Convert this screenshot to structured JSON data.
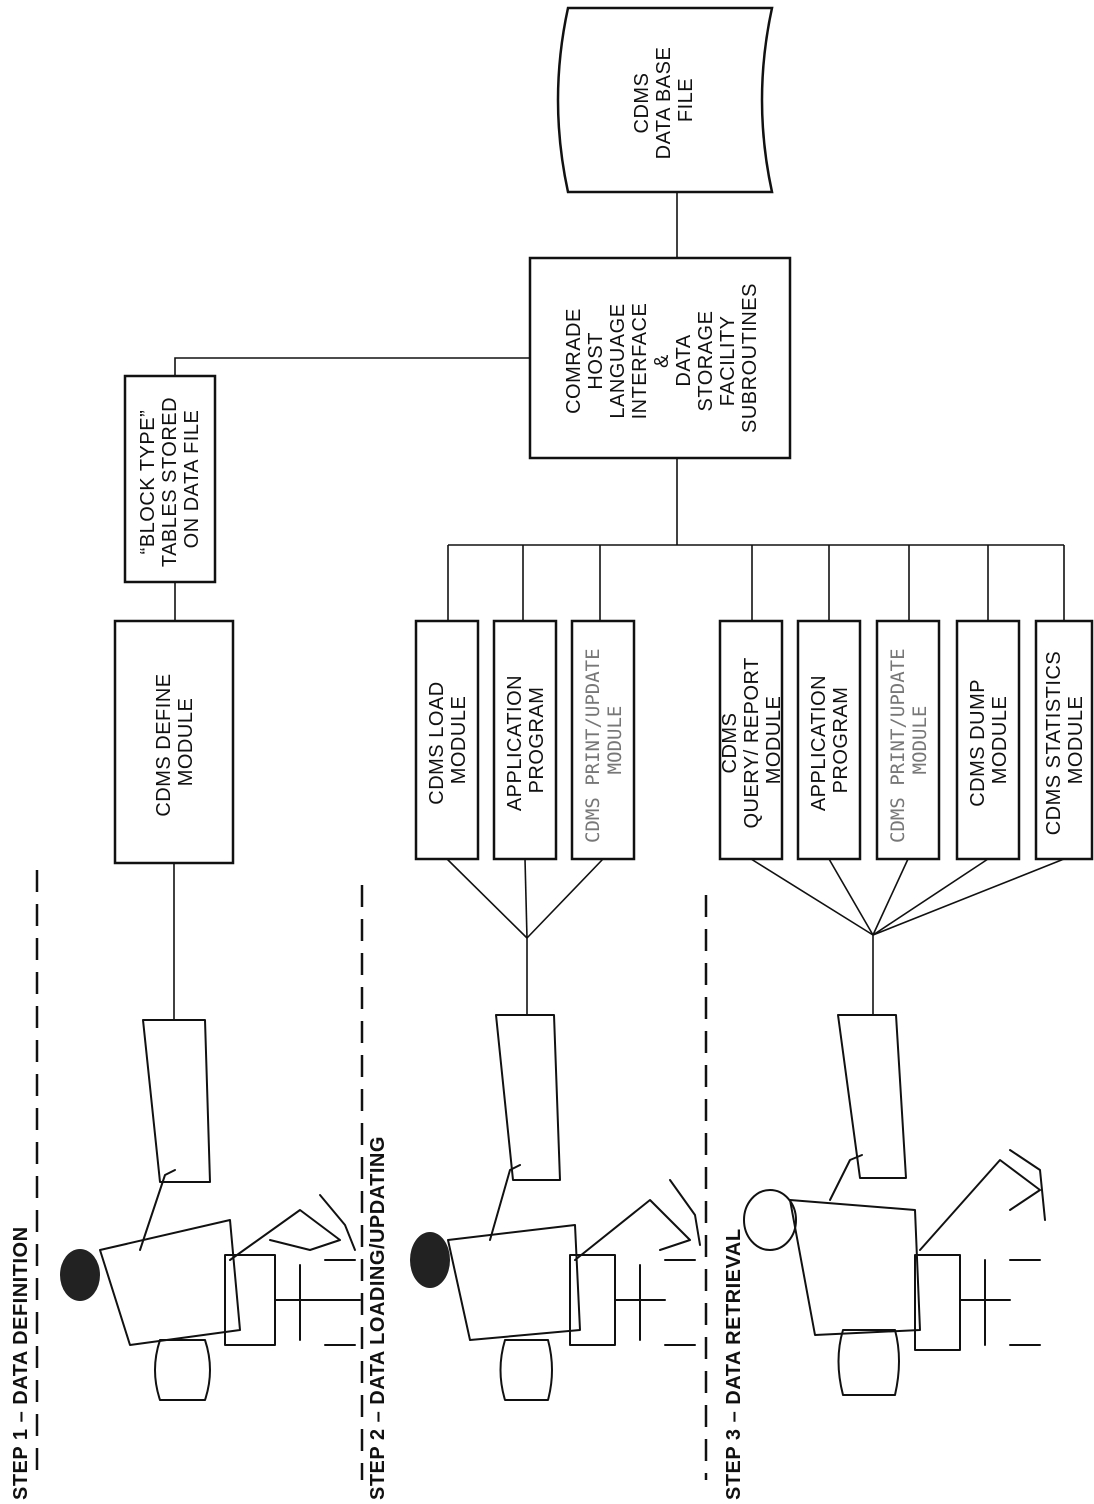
{
  "steps": {
    "step1": "STEP 1 – DATA DEFINITION",
    "step2": "STEP 2 – DATA LOADING/UPDATING",
    "step3": "STEP 3 – DATA RETRIEVAL"
  },
  "database": [
    "CDMS",
    "DATA BASE",
    "FILE"
  ],
  "interface": [
    "COMRADE",
    "HOST",
    "LANGUAGE",
    "INTERFACE",
    "&",
    "DATA",
    "STORAGE",
    "FACILITY",
    "SUBROUTINES"
  ],
  "block_type": [
    "“BLOCK TYPE”",
    "TABLES STORED",
    "ON DATA FILE"
  ],
  "define_module": [
    "CDMS DEFINE",
    "MODULE"
  ],
  "step2_modules": {
    "load": [
      "CDMS LOAD",
      "MODULE"
    ],
    "app": [
      "APPLICATION",
      "PROGRAM"
    ],
    "print": [
      "CDMS  PRINT/UPDATE",
      "MODULE"
    ]
  },
  "step3_modules": {
    "query": [
      "CDMS",
      "QUERY/ REPORT",
      "MODULE"
    ],
    "app": [
      "APPLICATION",
      "PROGRAM"
    ],
    "print": [
      "CDMS  PRINT/UPDATE",
      "MODULE"
    ],
    "dump": [
      "CDMS DUMP",
      "MODULE"
    ],
    "stats": [
      "CDMS STATISTICS",
      "MODULE"
    ]
  }
}
